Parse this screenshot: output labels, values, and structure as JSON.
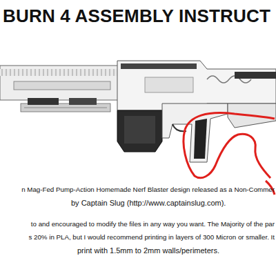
{
  "diagram": {
    "title": "BURN 4 ASSEMBLY INSTRUCT",
    "labels": [
      "n Mag-Fed Pump-Action Homemade Nerf Blaster design released as a Non-Commer",
      "by Captain Slug (http://www.captainslug.com).",
      "to and encouraged to modify the files in any way you want. The Majority of the par",
      "s 20% in PLA, but I would recommend printing in layers of 300 Micron or smaller. It",
      "print with 1.5mm to 2mm walls/perimeters."
    ]
  }
}
